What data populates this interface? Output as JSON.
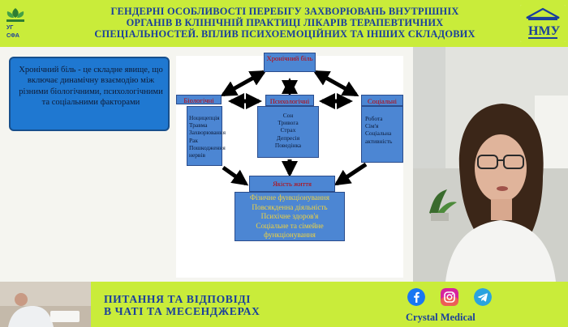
{
  "header": {
    "title_line1": "ГЕНДЕРНІ ОСОБЛИВОСТІ ПЕРЕБІГУ ЗАХВОРЮВАНЬ ВНУТРІШНІХ",
    "title_line2": "ОРГАНІВ В КЛІНІЧНІЙ ПРАКТИЦІ ЛІКАРІВ ТЕРАПЕВТИЧНИХ",
    "title_line3": "СПЕЦІАЛЬНОСТЕЙ. ВПЛИВ ПСИХОЕМОЦІЙНИХ ТА ІНШИХ СКЛАДОВИХ",
    "left_logo_text": "УГСФА",
    "right_logo_text": "НМУ"
  },
  "slide": {
    "intro": "Хронічний біль - це складне явище, що включає динамічну взаємодію між різними біологічними, психологічними та соціальними факторами",
    "diagram": {
      "center_title": "Хронічний біль",
      "bio_title": "Біологічні",
      "bio_items": [
        "Ноцицепція",
        "Травма",
        "Захворювання",
        "Рак",
        "Пошкодження",
        "нервів"
      ],
      "psy_title": "Психологічні",
      "psy_items": [
        "Сон",
        "Тривога",
        "Страх",
        "Депресія",
        "Поведінка"
      ],
      "soc_title": "Соціальні",
      "soc_items": [
        "Робота",
        "Сім'я",
        "Соціальна",
        "активність"
      ],
      "quality_title": "Якість життя",
      "quality_items": [
        "Фізичне функціонування",
        "Повсякденна діяльність",
        "Психічне здоров'я",
        "Соціальне та сімейне",
        "функціонування"
      ]
    }
  },
  "footer": {
    "line1": "ПИТАННЯ ТА ВІДПОВІДІ",
    "line2": "В ЧАТІ ТА МЕСЕНДЖЕРАХ",
    "brand": "Crystal Medical"
  },
  "colors": {
    "header_bg": "#c9ec3a",
    "header_text": "#1a3f9c",
    "box_blue": "#4c86d3",
    "label_red": "#c00000",
    "quality_text": "#f2d33c",
    "facebook": "#1877f2",
    "instagram": "#d6249f",
    "telegram": "#2aa3df"
  },
  "icons": [
    "facebook-icon",
    "instagram-icon",
    "telegram-icon"
  ]
}
